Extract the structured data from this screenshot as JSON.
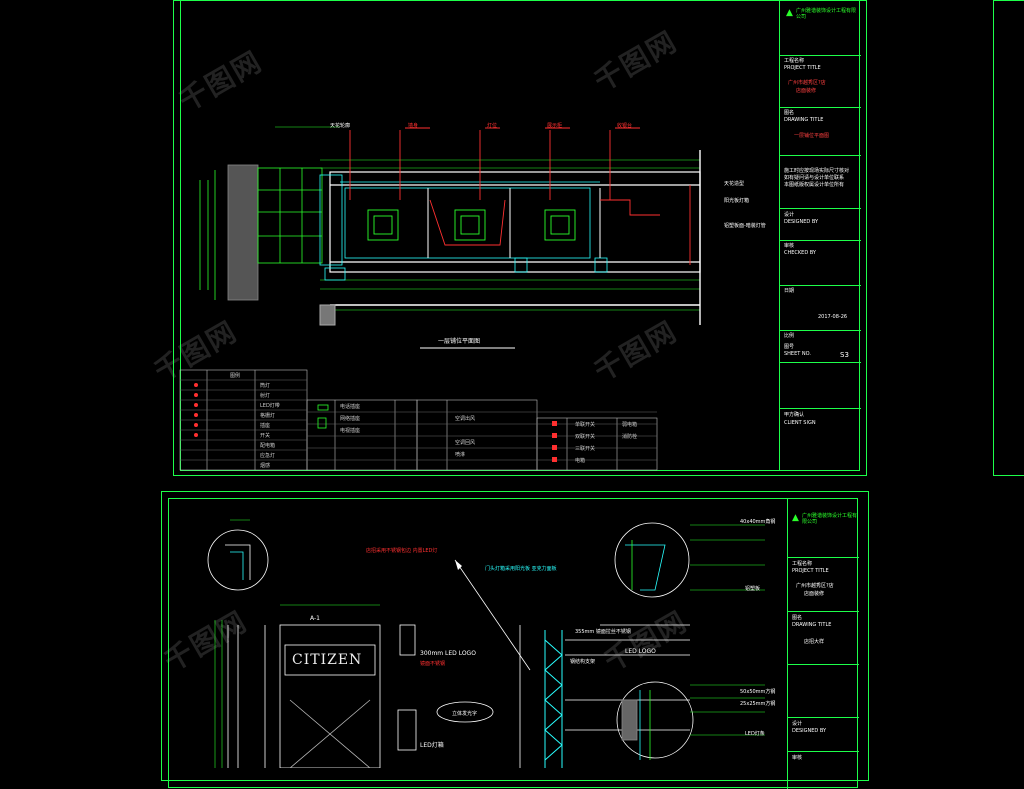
{
  "watermark": "千图网",
  "sheet_top": {
    "plan_title": "一层铺位平面图",
    "title_block": {
      "company": "广州雅谐装饰设计工程有限公司",
      "project_label": "工程名称",
      "project_code": "PROJECT TITLE",
      "project_name": "广州市越秀区?店",
      "project_sub": "店面装修",
      "drawing_label": "图名",
      "drawing_code": "DRAWING TITLE",
      "drawing_name": "一层铺位平面图",
      "note_lines": [
        "施工时应按现场实际尺寸核对",
        "如有疑问请与设计单位联系",
        "本图纸版权属设计单位所有"
      ],
      "design_label": "设计",
      "design_code": "DESIGNED BY",
      "check_label": "审核",
      "check_code": "CHECKED BY",
      "date_label": "日期",
      "date_value": "2017-08-26",
      "scale_label": "比例",
      "sheet_label": "图号",
      "sheet_code": "SHEET NO.",
      "sheet_no": "S3",
      "client_label": "甲方确认",
      "client_code": "CLIENT SIGN"
    },
    "callouts": [
      "天花轮廓",
      "墙身",
      "灯位",
      "展示柜",
      "收银台"
    ],
    "right_labels": [
      "天花造型",
      "阳光板灯箱",
      "铝塑板面-暗装灯管"
    ],
    "legend_title_left": "图例",
    "legend_items_left": [
      "筒灯",
      "射灯",
      "LED灯带",
      "格栅灯",
      "插座",
      "开关",
      "配电箱",
      "应急灯",
      "烟感"
    ],
    "legend_items_mid": [
      "电话插座",
      "网络插座",
      "电视插座",
      "空调出风",
      "空调回风",
      "喷淋"
    ],
    "legend_items_right": [
      "单联开关",
      "双联开关",
      "三联开关",
      "电箱",
      "弱电箱",
      "消防栓"
    ]
  },
  "sheet_bottom": {
    "sign_text": "CITIZEN",
    "section_mark": "A-1",
    "labels": [
      "300mm LED LOGO",
      "镜面不锈钢",
      "LED LOGO",
      "立体发光字",
      "LED灯箱",
      "钢结构支架",
      "355mm 镜面拉丝不锈钢",
      "40x40mm角钢",
      "铝塑板",
      "50x50mm方钢",
      "25x25mm方钢",
      "LED灯条"
    ],
    "note_top": "店招采用不锈钢包边 内置LED灯",
    "note_mid": "门头灯箱采用阳光板 亚克力面板",
    "title_block": {
      "company": "广州雅谐装饰设计工程有限公司",
      "project_label": "工程名称",
      "project_code": "PROJECT TITLE",
      "project_name": "广州市越秀区?店",
      "project_sub": "店面装修",
      "drawing_label": "图名",
      "drawing_code": "DRAWING TITLE",
      "drawing_name": "店招大样",
      "design_label": "设计",
      "design_code": "DESIGNED BY",
      "check_label": "审核"
    }
  },
  "colors": {
    "frame": "#1dff4a",
    "cyan": "#29ffff",
    "red": "#ff3030",
    "white": "#ffffff",
    "background": "#000000"
  }
}
